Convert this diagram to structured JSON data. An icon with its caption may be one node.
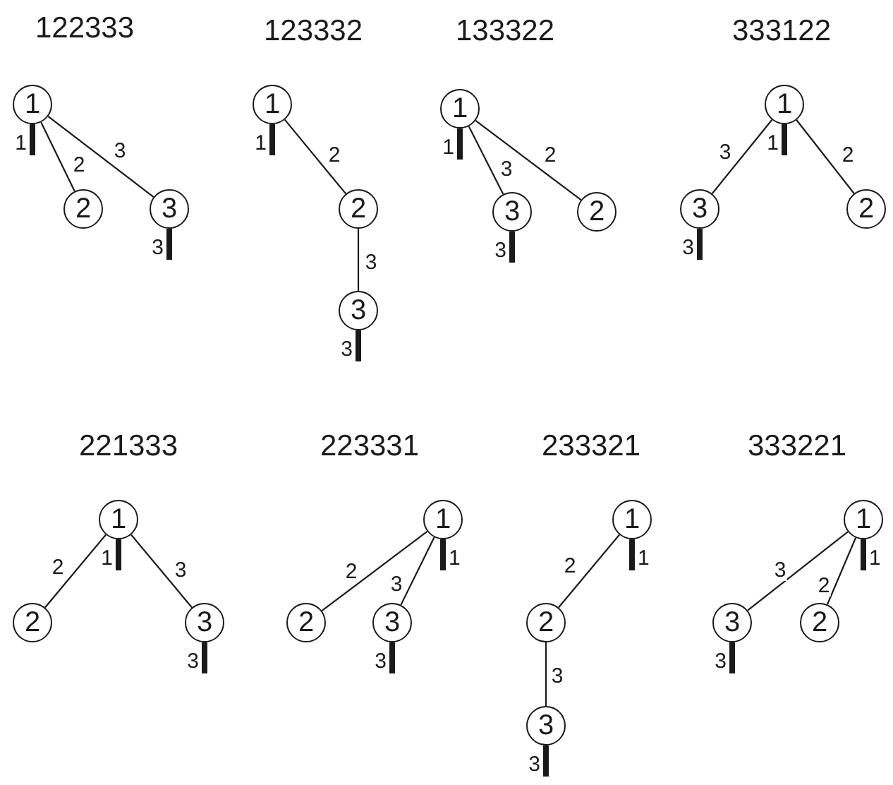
{
  "diagram": {
    "nodes": [
      {
        "text": [
          "1"
        ],
        "beside": [
          "1"
        ]
      },
      {
        "text": [
          "2"
        ]
      },
      {
        "text": [
          "3"
        ],
        "beside": [
          "3"
        ]
      },
      {
        "text": [
          "1"
        ],
        "beside": [
          "1"
        ]
      },
      {
        "text": [
          "2"
        ]
      },
      {
        "text": [
          "3"
        ],
        "beside": [
          "3"
        ]
      },
      {
        "text": [
          "1"
        ],
        "beside": [
          "1"
        ]
      },
      {
        "text": [
          "3"
        ],
        "beside": [
          "3"
        ]
      },
      {
        "text": [
          "2"
        ]
      },
      {
        "text": [
          "1"
        ],
        "beside": [
          "1"
        ]
      },
      {
        "text": [
          "3"
        ],
        "beside": [
          "3"
        ]
      },
      {
        "text": [
          "2"
        ]
      },
      {
        "text": [
          "1"
        ],
        "beside": [
          "1"
        ]
      },
      {
        "text": [
          "2"
        ]
      },
      {
        "text": [
          "3"
        ],
        "beside": [
          "3"
        ]
      },
      {
        "text": [
          "1"
        ],
        "beside": [
          "1"
        ]
      },
      {
        "text": [
          "2"
        ]
      },
      {
        "text": [
          "3"
        ],
        "beside": [
          "3"
        ]
      },
      {
        "text": [
          "1"
        ],
        "beside": [
          "1"
        ]
      },
      {
        "text": [
          "2"
        ]
      },
      {
        "text": [
          "3"
        ],
        "beside": [
          "3"
        ]
      },
      {
        "text": [
          "1"
        ],
        "beside": [
          "1"
        ]
      },
      {
        "text": [
          "3"
        ],
        "beside": [
          "3"
        ]
      },
      {
        "text": [
          "2"
        ]
      }
    ],
    "edges": [
      {
        "from": 0,
        "to": 1,
        "arrow": "none",
        "label": "2"
      },
      {
        "from": 0,
        "to": 2,
        "arrow": "none",
        "label": "3"
      },
      {
        "from": 3,
        "to": 4,
        "arrow": "none",
        "label": "2"
      },
      {
        "from": 4,
        "to": 5,
        "arrow": "none",
        "label": "3"
      },
      {
        "from": 6,
        "to": 7,
        "arrow": "none",
        "label": "3"
      },
      {
        "from": 6,
        "to": 8,
        "arrow": "none",
        "label": "2"
      },
      {
        "from": 9,
        "to": 10,
        "arrow": "none",
        "label": "3"
      },
      {
        "from": 9,
        "to": 11,
        "arrow": "none",
        "label": "2"
      },
      {
        "from": 12,
        "to": 13,
        "arrow": "none",
        "label": "2"
      },
      {
        "from": 12,
        "to": 14,
        "arrow": "none",
        "label": "3"
      },
      {
        "from": 15,
        "to": 16,
        "arrow": "none",
        "label": "2"
      },
      {
        "from": 15,
        "to": 17,
        "arrow": "none",
        "label": "3"
      },
      {
        "from": 18,
        "to": 19,
        "arrow": "none",
        "label": "2"
      },
      {
        "from": 19,
        "to": 20,
        "arrow": "none",
        "label": "3"
      },
      {
        "from": 21,
        "to": 22,
        "arrow": "none",
        "label": "3"
      },
      {
        "from": 21,
        "to": 23,
        "arrow": "none",
        "label": "2"
      }
    ],
    "labels": [
      "122333",
      "123332",
      "133322",
      "333122",
      "221333",
      "223331",
      "233321",
      "333221"
    ]
  }
}
